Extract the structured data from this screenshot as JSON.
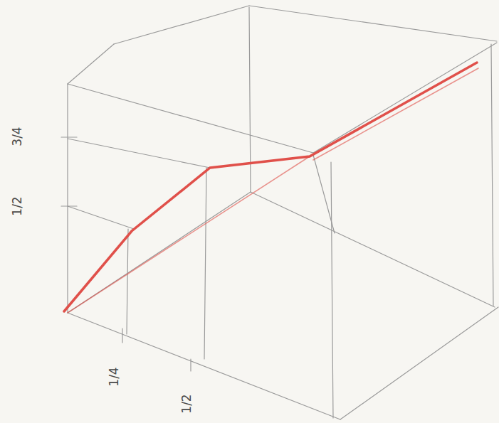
{
  "diagram": {
    "labels": [
      "3/4",
      "1/2",
      "1/4",
      "1/2"
    ]
  }
}
